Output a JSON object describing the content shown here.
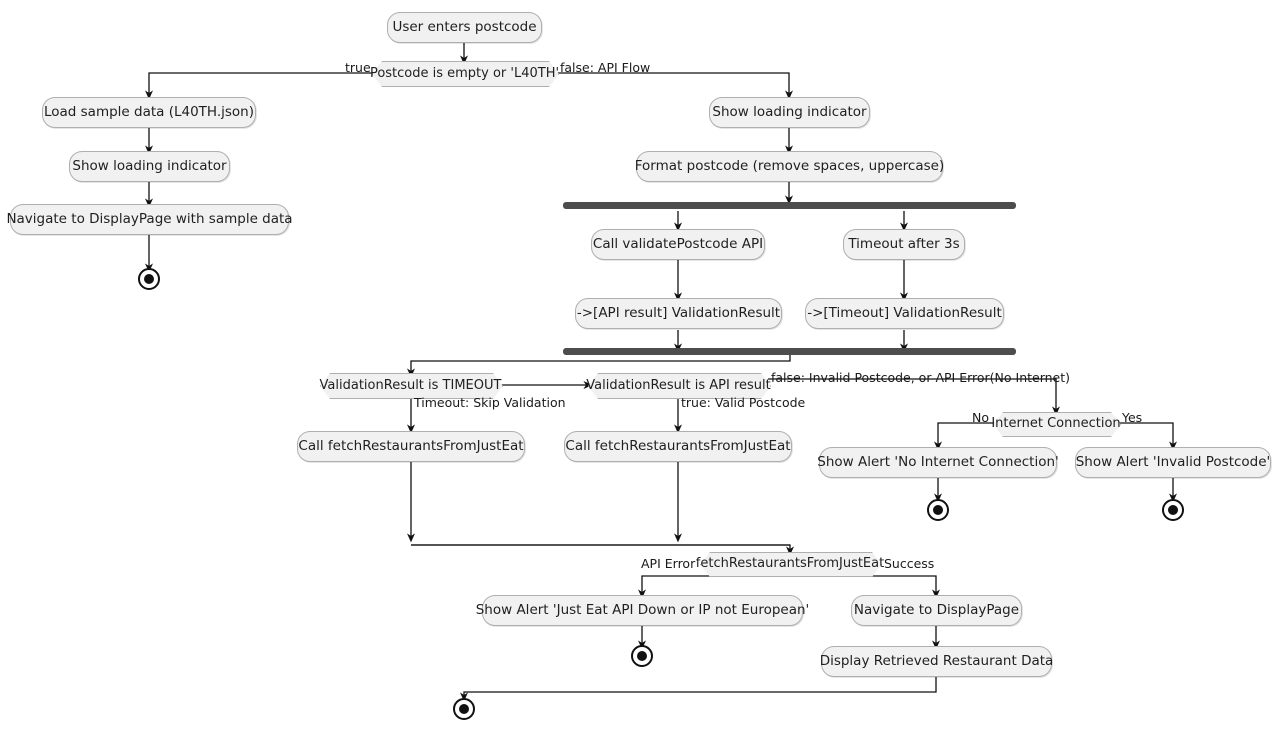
{
  "diagram": {
    "title": "Postcode lookup activity diagram",
    "type": "uml-activity-diagram",
    "background": "#FFFFFF",
    "node_fill": "#F1F1F1",
    "node_stroke": "#AFAFAF",
    "bar_color": "#4D4D4D",
    "line_color": "#1A1A1A"
  },
  "nodes": {
    "user_enters_postcode": "User enters postcode",
    "load_sample_data": "Load sample data (L40TH.json)",
    "show_loading_left": "Show loading indicator",
    "navigate_sample": "Navigate to DisplayPage with sample data",
    "show_loading_right": "Show loading indicator",
    "format_postcode": "Format postcode (remove spaces, uppercase)",
    "call_validate_api": "Call validatePostcode API",
    "timeout_after_3s": "Timeout after 3s",
    "api_result_validation": "->[API result] ValidationResult",
    "timeout_validation": "->[Timeout] ValidationResult",
    "fetch_left": "Call fetchRestaurantsFromJustEat",
    "fetch_mid": "Call fetchRestaurantsFromJustEat",
    "alert_no_internet": "Show Alert 'No Internet Connection'",
    "alert_invalid_postcode": "Show Alert 'Invalid Postcode'",
    "alert_api_down": "Show Alert 'Just Eat API Down or IP not European'",
    "navigate_display": "Navigate to DisplayPage",
    "display_data": "Display Retrieved Restaurant Data"
  },
  "decisions": {
    "postcode_check": "Postcode is empty or 'L40TH'",
    "validation_timeout": "ValidationResult is TIMEOUT",
    "validation_api_result": "ValidationResult is API result",
    "internet_connection": "Internet Connection",
    "fetch_result": "fetchRestaurantsFromJustEat"
  },
  "edge_labels": {
    "true_branch": "true",
    "false_api_flow": "false: API Flow",
    "timeout_skip": "Timeout: Skip Validation",
    "true_valid_postcode": "true: Valid Postcode",
    "false_invalid": "false: Invalid Postcode, or API Error(No Internet)",
    "no": "No",
    "yes": "Yes",
    "api_error": "API Error",
    "success": "Success"
  },
  "end_nodes": {
    "end_sample": "final-node",
    "end_no_internet": "final-node",
    "end_invalid": "final-node",
    "end_api_down": "final-node",
    "end_success": "final-node"
  }
}
